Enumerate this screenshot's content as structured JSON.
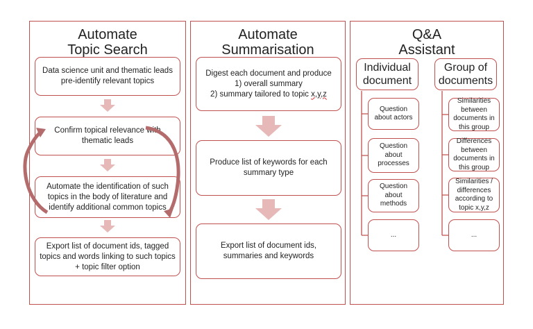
{
  "panels": [
    {
      "title": "Automate\nTopic Search",
      "boxes": [
        "Data science unit and thematic leads pre-identify relevant topics",
        "Confirm topical relevance with thematic leads",
        "Automate the identification of such topics in the body of literature and identify additional common topics",
        "Export list of document ids, tagged topics and words linking to such topics",
        "+ topic filter option"
      ]
    },
    {
      "title": "Automate\nSummarisation",
      "box1_line1": "Digest each document and produce",
      "box1_line2": "1) overall summary",
      "box1_line3_pre": "2) summary tailored to topic ",
      "box1_line3_xyz": "x,y,z",
      "box2": "Produce list of keywords for each summary type",
      "box3": "Export list of document ids, summaries and keywords"
    },
    {
      "title": "Q&A\nAssistant",
      "individual": {
        "header": "Individual document",
        "items": [
          "Question about actors",
          "Question about processes",
          "Question about methods",
          "..."
        ]
      },
      "group": {
        "header": "Group of documents",
        "items": [
          "Similarities between documents in this group",
          "Differences between documents in this group",
          "Similarities / differences according to topic x,y,z",
          "..."
        ]
      }
    }
  ],
  "colors": {
    "accent": "#c0504d",
    "arrow_fill": "#e6b8b7",
    "cycle": "#b36b6b"
  }
}
